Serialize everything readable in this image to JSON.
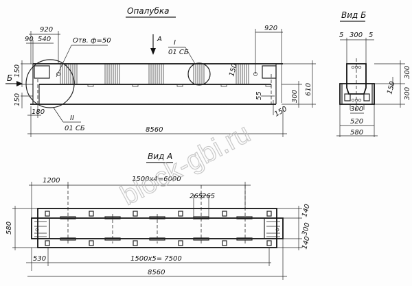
{
  "titles": {
    "formwork": "Опалубка",
    "view_b": "Вид Б",
    "view_a": "Вид А"
  },
  "formwork": {
    "arrow_a": "А",
    "arrow_b": "Б",
    "hole_note": "Отв. ф=50",
    "callout_1": {
      "num": "I",
      "ref": "01 СБ"
    },
    "callout_2": {
      "num": "II",
      "ref": "01 СБ"
    },
    "dims": {
      "left_920": "920",
      "left_540": "540",
      "left_90": "90",
      "left_150_top": "150",
      "left_150_bot": "150",
      "left_180": "180",
      "right_920": "920",
      "right_150": "150",
      "right_55": "55",
      "right_150_low": "150",
      "h_300": "300",
      "h_610": "610",
      "length": "8560"
    }
  },
  "view_b": {
    "dims": {
      "d5a": "5",
      "d300": "300",
      "d5b": "5",
      "h300a": "300",
      "h300b": "300",
      "h150": "150",
      "w300": "300",
      "w520": "520",
      "w580": "580"
    }
  },
  "view_a": {
    "dims": {
      "d1200": "1200",
      "d6000": "1500x4=6000",
      "d265a": "265",
      "d265b": "265",
      "d580": "580",
      "d140a": "140",
      "d300": "300",
      "d140b": "140",
      "d530": "530",
      "d7500": "1500x5= 7500",
      "d8560": "8560"
    }
  },
  "watermark": "block-gbi.ru"
}
